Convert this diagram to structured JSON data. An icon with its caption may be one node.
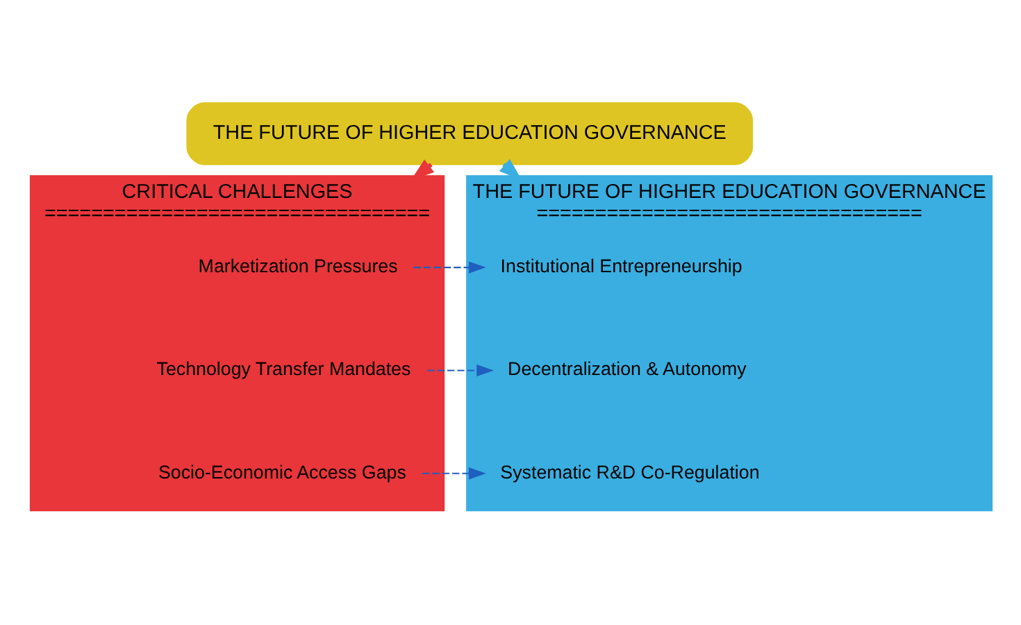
{
  "diagram": {
    "nodes": [
      {
        "text": [
          "THE FUTURE OF HIGHER EDUCATION GOVERNANCE"
        ]
      },
      {
        "text": [
          "CRITICAL CHALLENGES",
          "================================="
        ]
      },
      {
        "text": [
          "Marketization Pressures"
        ],
        "in": 1
      },
      {
        "text": [
          "Technology Transfer Mandates"
        ],
        "in": 1
      },
      {
        "text": [
          "Socio-Economic Access Gaps"
        ],
        "in": 1
      },
      {
        "text": [
          "THE FUTURE OF HIGHER EDUCATION GOVERNANCE",
          "================================="
        ]
      },
      {
        "text": [
          "Institutional Entrepreneurship"
        ],
        "in": 5
      },
      {
        "text": [
          "Decentralization & Autonomy"
        ],
        "in": 5
      },
      {
        "text": [
          "Systematic R&D Co-Regulation"
        ],
        "in": 5
      }
    ],
    "edges": [
      {
        "from": 0,
        "to": 1,
        "arrow": "to",
        "style": "thick",
        "color": "#e8363a"
      },
      {
        "from": 0,
        "to": 5,
        "arrow": "to",
        "style": "thick",
        "color": "#3aaee0"
      },
      {
        "from": 2,
        "to": 6,
        "arrow": "to",
        "style": "dashed"
      },
      {
        "from": 3,
        "to": 7,
        "arrow": "to",
        "style": "dashed"
      },
      {
        "from": 4,
        "to": 8,
        "arrow": "to",
        "style": "dashed"
      }
    ]
  }
}
